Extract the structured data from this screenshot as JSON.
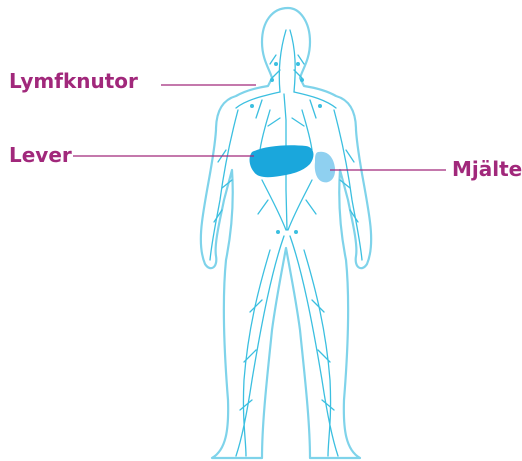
{
  "labels": {
    "lymph_nodes": "Lymfknutor",
    "liver": "Lever",
    "spleen": "Mjälte"
  },
  "colors": {
    "label": "#a1287b",
    "leader_line": "#a1287b",
    "body_outline": "#7fd3ea",
    "lymph_vessels": "#3bbfe0",
    "liver": "#1aa7dc",
    "spleen": "#8fd0f0"
  }
}
